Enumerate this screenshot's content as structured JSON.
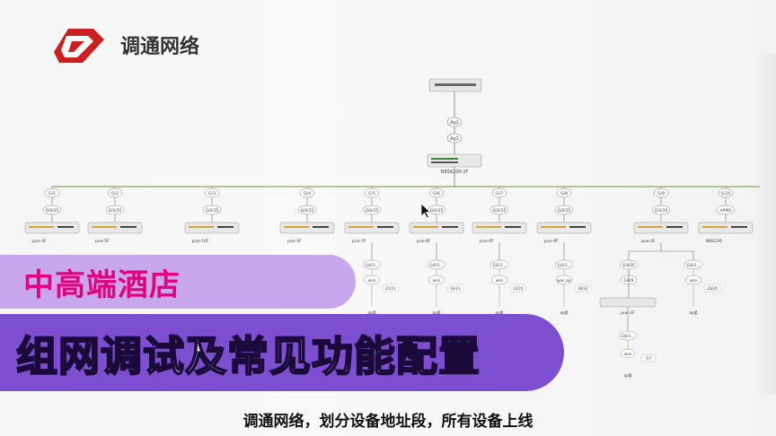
{
  "header": {
    "title": "调通网络"
  },
  "banners": {
    "line1": "中高端酒店",
    "line2": "组网调试及常见功能配置"
  },
  "subtitle": "调通网络，划分设备地址段，所有设备上线",
  "diagram": {
    "uplinks": [
      "Ag1",
      "Ag1"
    ],
    "core_switch": "NBS6200-2F",
    "branches": [
      {
        "port": "G/1",
        "link": "Gi0/25",
        "switch": "pue-3F"
      },
      {
        "port": "G/2",
        "link": "Gi0/25",
        "switch": "pue-5F"
      },
      {
        "port": "G/3",
        "link": "Gi0/25",
        "switch": "pue-10F"
      },
      {
        "port": "G/4",
        "link": "Gi0/25",
        "switch": "pue-3F"
      },
      {
        "port": "G/5",
        "link": "Gi0/25",
        "switch": "pue-7F"
      },
      {
        "port": "G/6",
        "link": "Gi0/25",
        "switch": "pue-8F"
      },
      {
        "port": "G/7",
        "link": "Gi0/25",
        "switch": "pue-4F"
      },
      {
        "port": "G/8",
        "link": "Gi0/25",
        "switch": "pue-9F"
      },
      {
        "port": "G/9",
        "link": "Gi0/25",
        "switch": "pue-2F"
      },
      {
        "port": "G/10",
        "link": "APMS",
        "switch": "NBS226"
      }
    ],
    "sub_nodes": [
      {
        "port": "Gi0/1...",
        "device": "wan",
        "counter": "21/21",
        "floor": "ap楼"
      },
      {
        "port": "Gi0/1...",
        "device": "wan",
        "counter": "16/21",
        "floor": "ap楼"
      },
      {
        "port": "Gi0/1...",
        "device": "wan",
        "counter": "23/21",
        "floor": "ap楼"
      },
      {
        "port": "Gi0/1...",
        "device": "wan_ap",
        "counter": "28/22",
        "floor": "ap楼"
      },
      {
        "port": "Gi0/26",
        "device": "Gi0/9",
        "counter": "",
        "floor": ""
      },
      {
        "port": "Gi0/1...",
        "device": "wan",
        "counter": "24/24",
        "floor": "ap楼"
      }
    ],
    "bottom_chain": {
      "switch": "pue-1F",
      "port": "Gi0/1...",
      "device": "wan",
      "counter": "7/7",
      "floor": "ap楼"
    },
    "colors": {
      "trunk": "#6a9a3a",
      "orange_link": "#e0a030"
    }
  }
}
